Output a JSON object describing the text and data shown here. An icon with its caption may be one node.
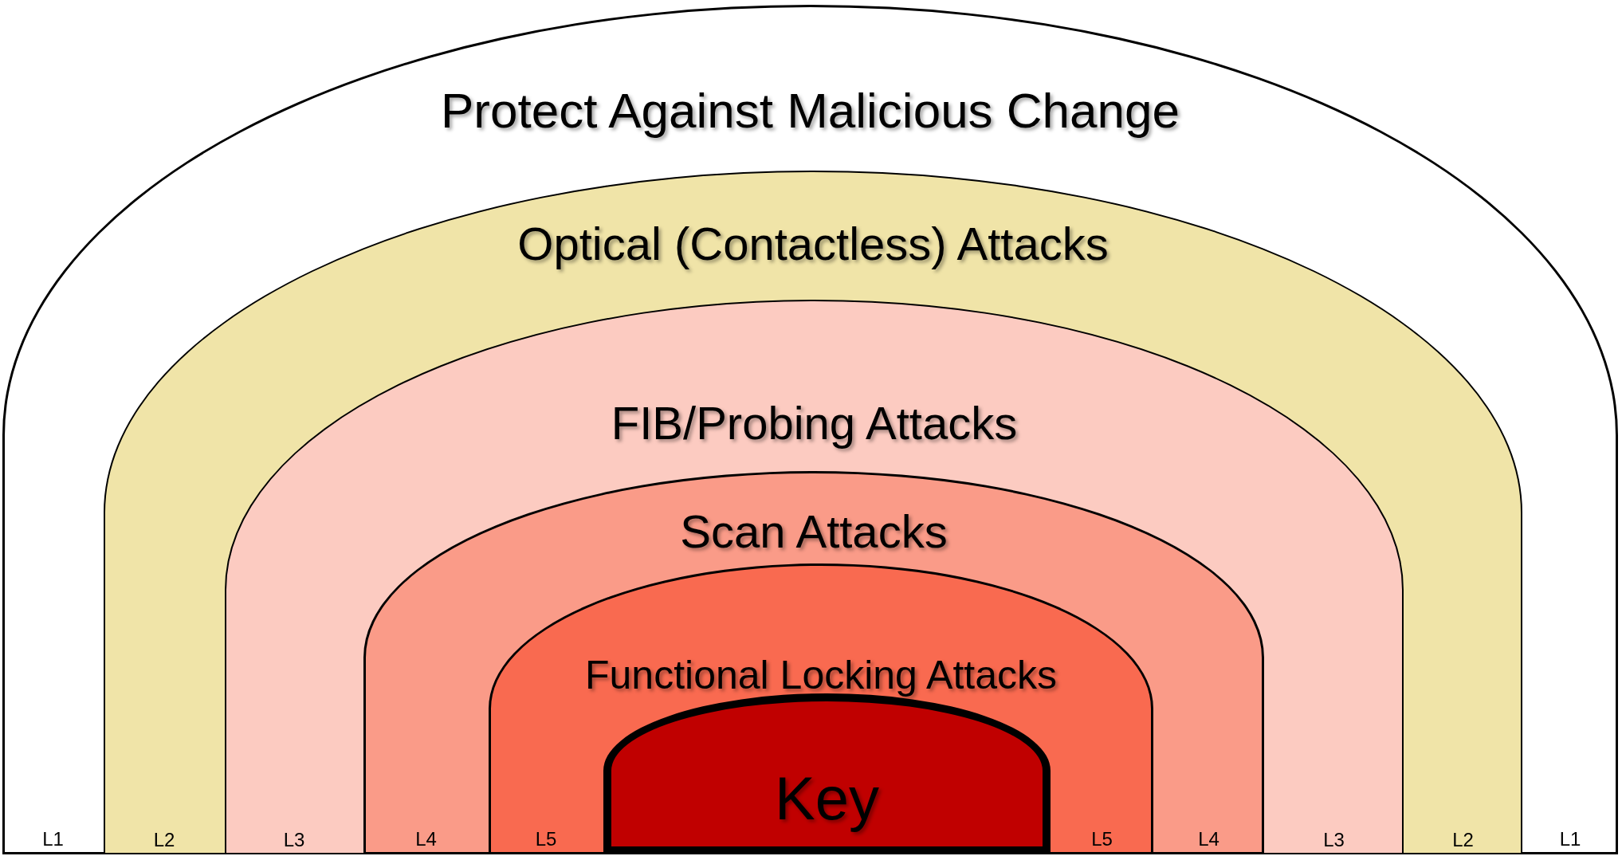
{
  "diagram": {
    "nodes": [
      {
        "text": [
          "Protect Against Malicious Change"
        ],
        "beside": [
          "L1",
          "L1"
        ]
      },
      {
        "text": [
          "Optical (Contactless) Attacks"
        ],
        "beside": [
          "L2",
          "L2"
        ],
        "in": 0
      },
      {
        "text": [
          "FIB/Probing Attacks"
        ],
        "beside": [
          "L3",
          "L3"
        ],
        "in": 1
      },
      {
        "text": [
          "Scan Attacks"
        ],
        "beside": [
          "L4",
          "L4"
        ],
        "in": 2
      },
      {
        "text": [
          "Functional Locking Attacks"
        ],
        "beside": [
          "L5",
          "L5"
        ],
        "in": 3
      },
      {
        "text": [
          "Key"
        ],
        "in": 4
      }
    ]
  }
}
